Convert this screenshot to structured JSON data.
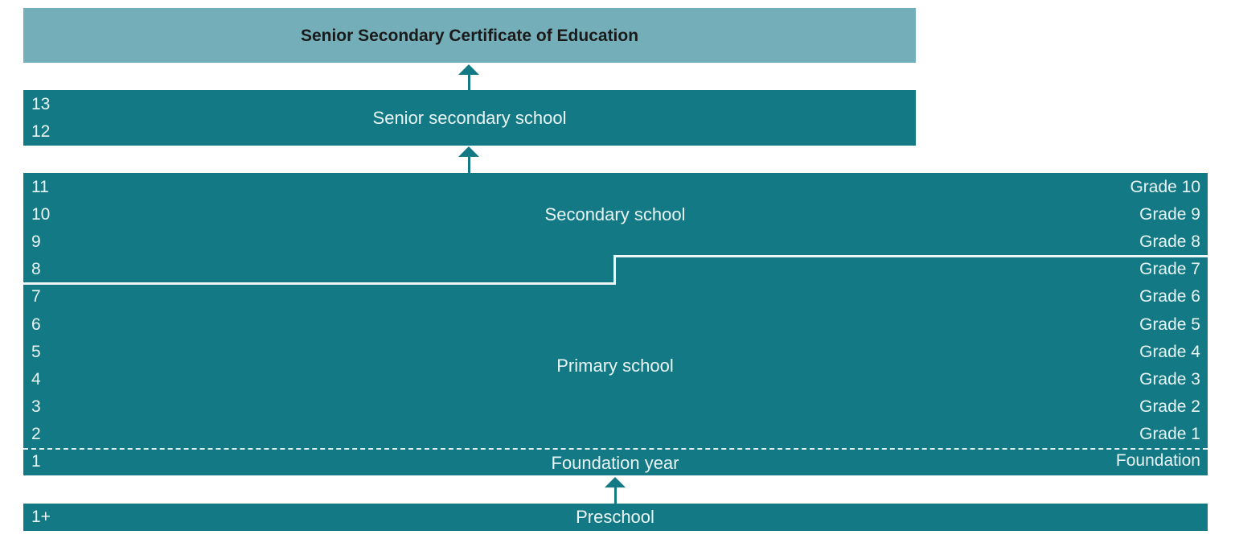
{
  "certificate": {
    "label": "Senior Secondary Certificate of Education"
  },
  "senior_secondary": {
    "label": "Senior secondary school",
    "years": [
      "13",
      "12"
    ]
  },
  "main": {
    "secondary_label": "Secondary school",
    "primary_label": "Primary school",
    "foundation_label": "Foundation year",
    "years": [
      "11",
      "10",
      "9",
      "8",
      "7",
      "6",
      "5",
      "4",
      "3",
      "2",
      "1"
    ],
    "grades": [
      "Grade 10",
      "Grade 9",
      "Grade 8",
      "Grade 7",
      "Grade 6",
      "Grade 5",
      "Grade 4",
      "Grade 3",
      "Grade 2",
      "Grade 1",
      "Foundation"
    ]
  },
  "preschool": {
    "label": "Preschool",
    "year": "1+"
  },
  "colors": {
    "dark_teal": "#137a85",
    "light_teal": "#74aeb8",
    "text_light": "#eaf4f5",
    "text_dark": "#1a1a1a"
  }
}
